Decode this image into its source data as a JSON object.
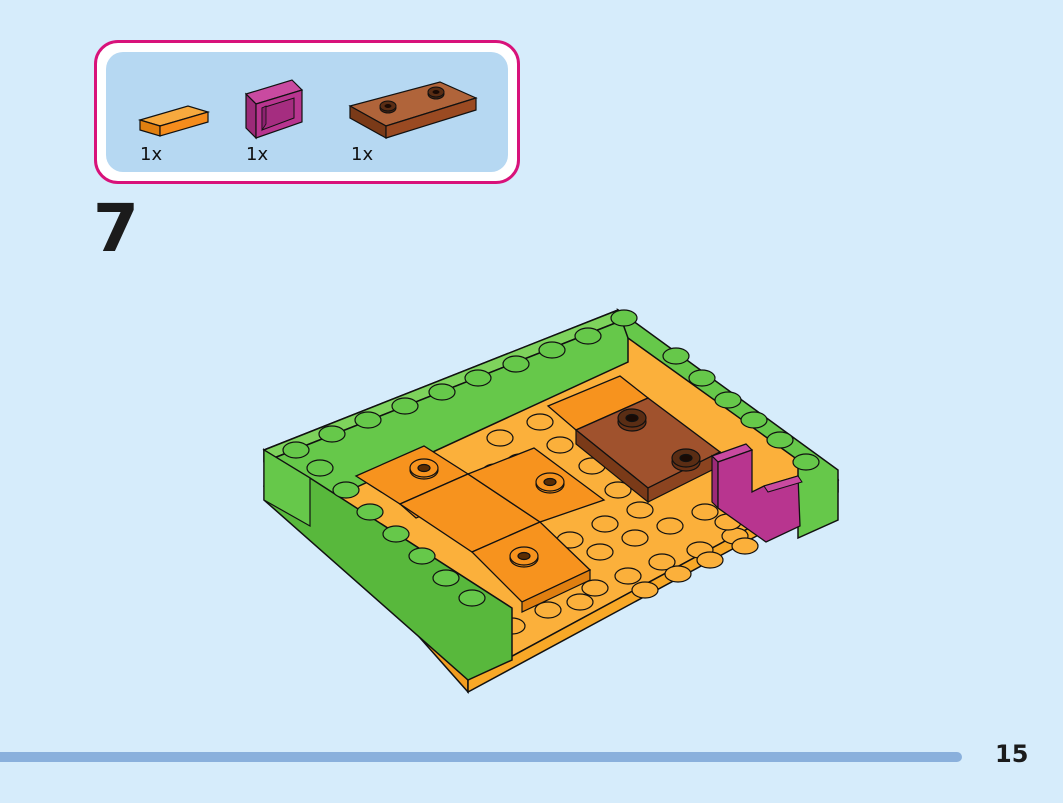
{
  "parts_list": {
    "items": [
      {
        "icon": "orange-tile-icon",
        "color": "#f7931e",
        "quantity": "1x"
      },
      {
        "icon": "magenta-panel-icon",
        "color": "#b8358f",
        "quantity": "1x"
      },
      {
        "icon": "brown-plate-icon",
        "color": "#a0522d",
        "quantity": "1x"
      }
    ],
    "border_color": "#d8127a",
    "background_color": "#b6d8f2"
  },
  "step": {
    "number": "7"
  },
  "model": {
    "image": "lego-build-step-model",
    "colors": {
      "base": "#fbb03b",
      "walls": "#66c84a",
      "tiles": "#f7931e",
      "plate": "#a0522d",
      "panel": "#b8358f"
    }
  },
  "footer": {
    "page_number": "15",
    "bar_color": "#8ab0dc"
  }
}
